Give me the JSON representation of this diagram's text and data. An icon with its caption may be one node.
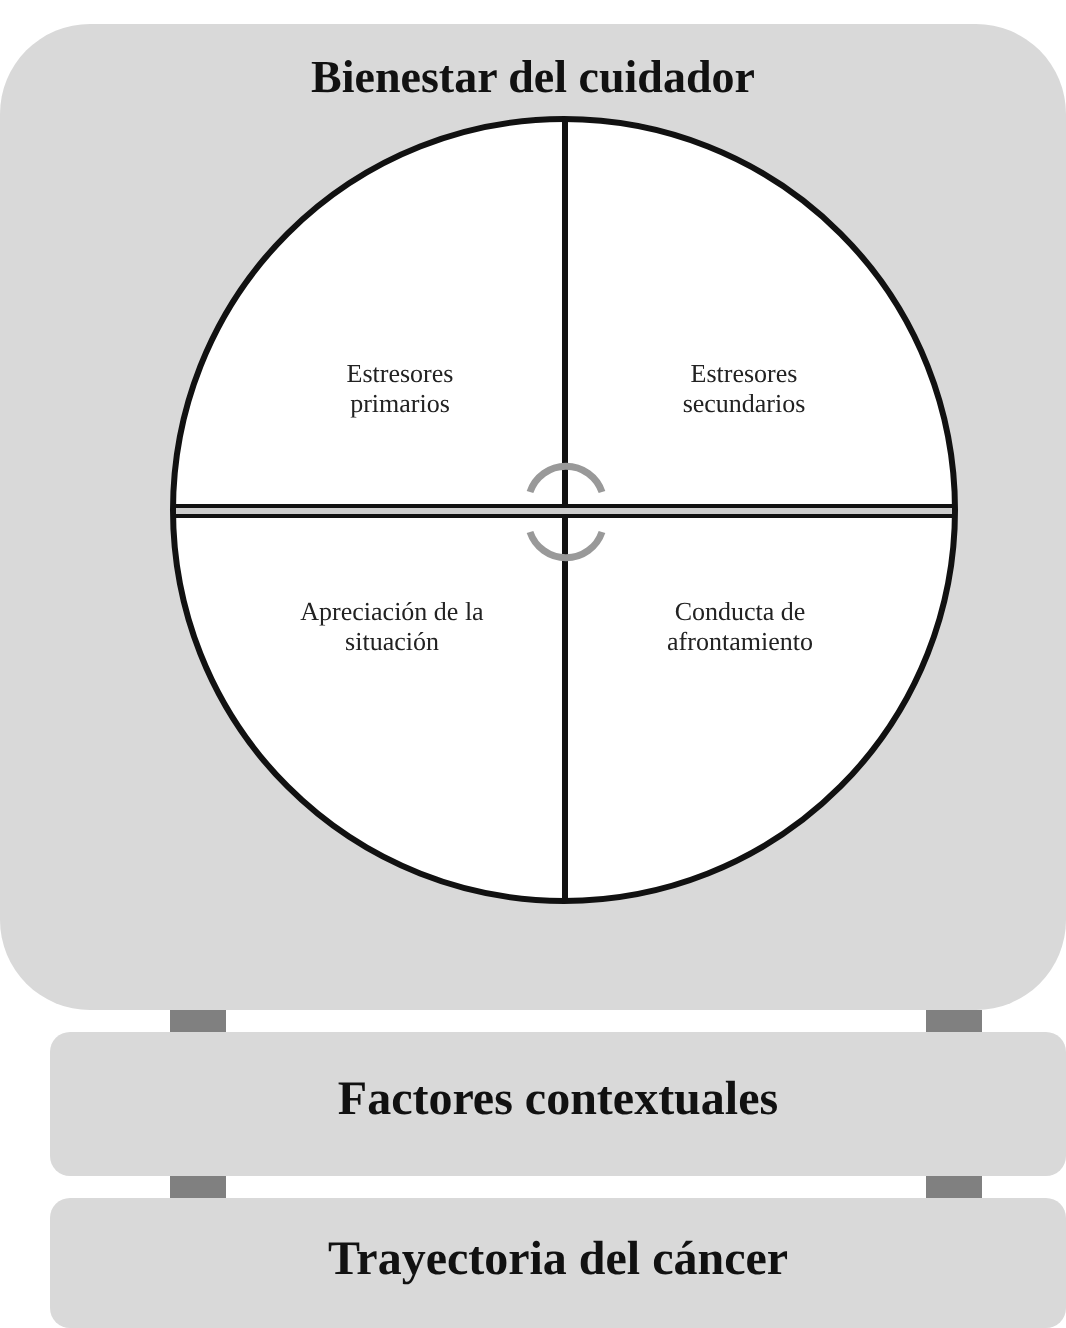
{
  "diagram": {
    "nodes": [
      {
        "text": [
          "Bienestar del cuidador"
        ]
      },
      {
        "text": [],
        "shape": "circle",
        "in": 0
      },
      {
        "text": [
          "Estresores primarios"
        ],
        "in": 1
      },
      {
        "text": [
          "Estresores secundarios"
        ],
        "in": 1
      },
      {
        "text": [
          "Apreciación de la situación"
        ],
        "in": 1
      },
      {
        "text": [
          "Conducta de afrontamiento"
        ],
        "in": 1
      },
      {
        "text": [
          "Factores contextuales"
        ]
      },
      {
        "text": [
          "Trayectoria del cáncer"
        ]
      }
    ],
    "edges": [
      {
        "from": 0,
        "to": 6,
        "arrow": "none"
      },
      {
        "from": 0,
        "to": 6,
        "arrow": "none"
      },
      {
        "from": 6,
        "to": 7,
        "arrow": "none"
      },
      {
        "from": 6,
        "to": 7,
        "arrow": "none"
      }
    ]
  }
}
